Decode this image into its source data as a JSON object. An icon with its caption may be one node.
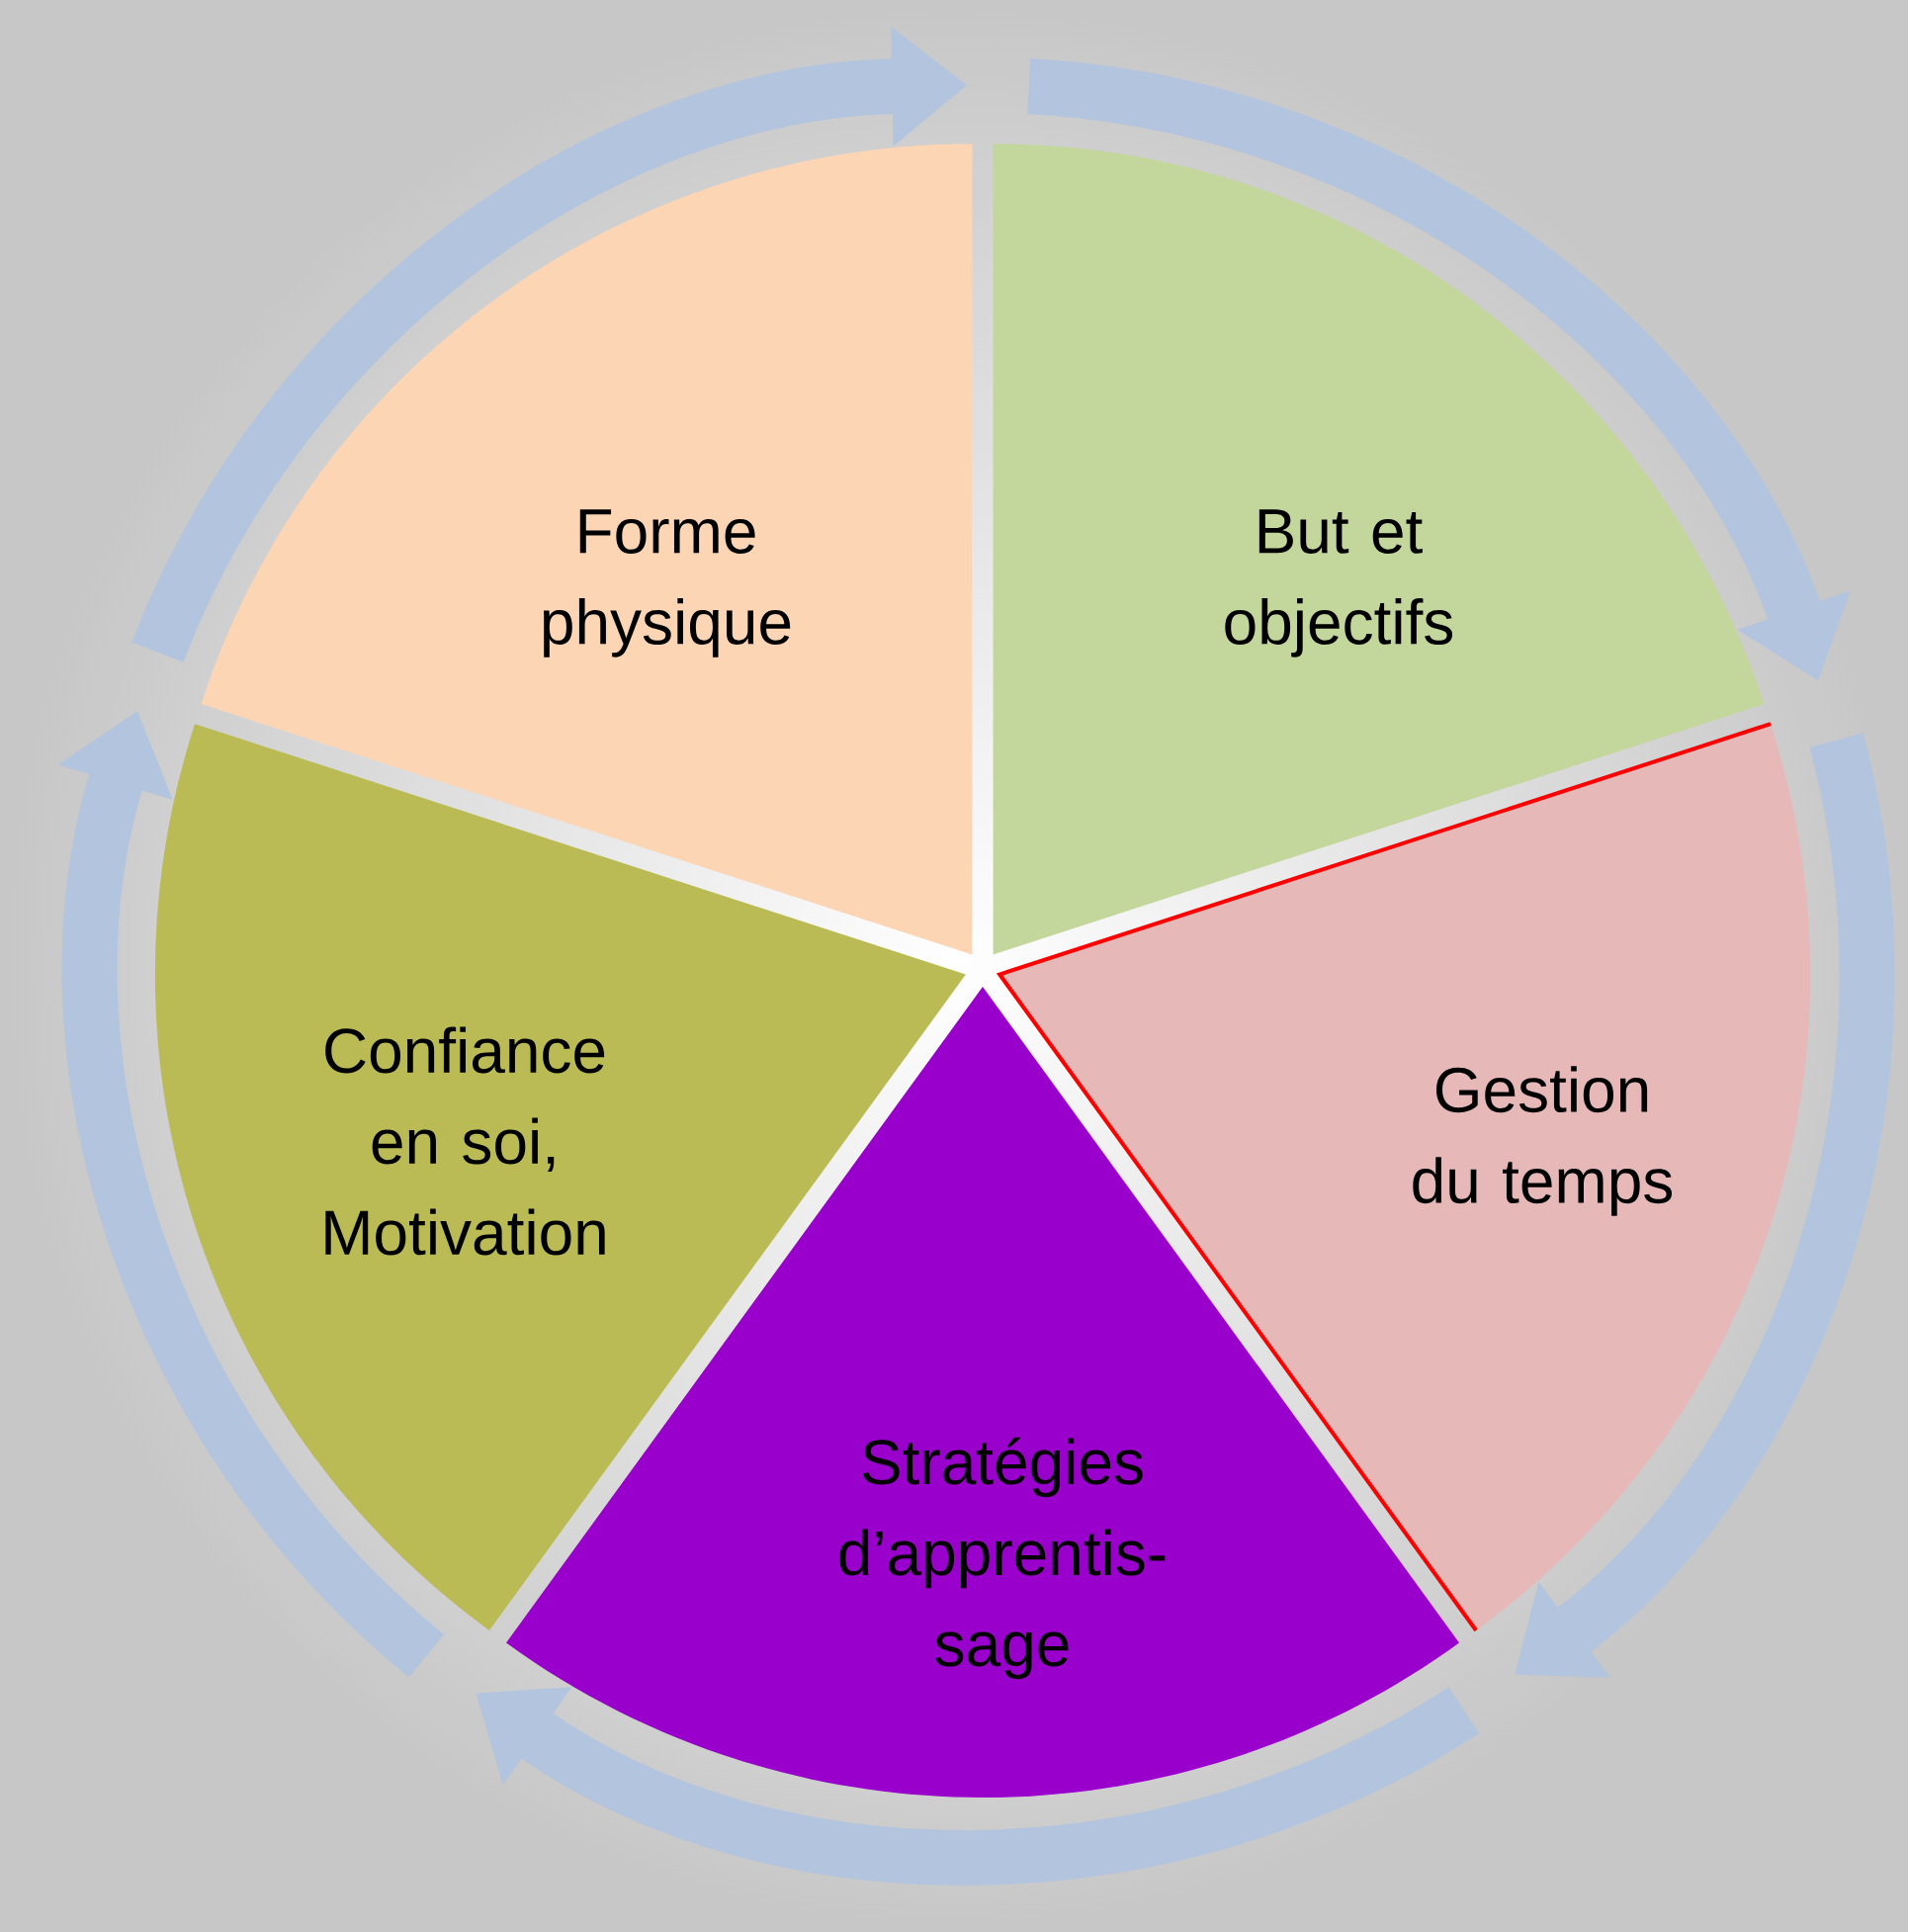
{
  "diagram": {
    "nodes": [
      {
        "text": [
          "Forme physique"
        ]
      },
      {
        "text": [
          "But et objectifs"
        ]
      },
      {
        "text": [
          "Gestion du temps"
        ]
      },
      {
        "text": [
          "Stratégies d’apprentis- sage"
        ]
      },
      {
        "text": [
          "Confiance en soi, Motivation"
        ]
      }
    ]
  }
}
